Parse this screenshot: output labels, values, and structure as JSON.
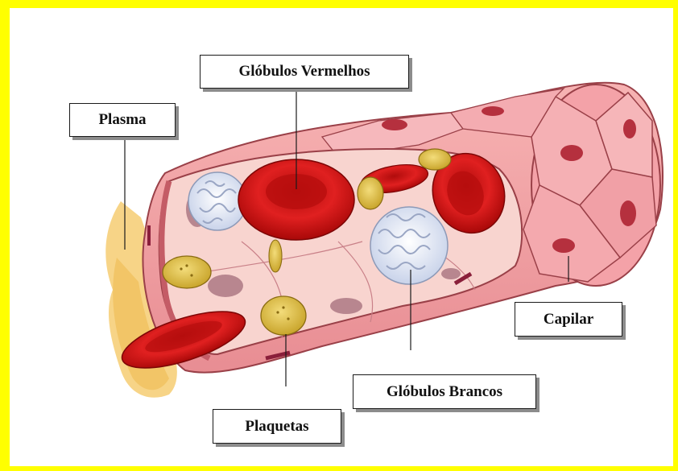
{
  "labels": {
    "globulos_vermelhos": "Glóbulos Vermelhos",
    "plasma": "Plasma",
    "capilar": "Capilar",
    "globulos_brancos": "Glóbulos Brancos",
    "plaquetas": "Plaquetas"
  },
  "colors": {
    "frame": "#ffff00",
    "vessel_wall": "#f4a7a7",
    "vessel_inner": "#f7c9c4",
    "red_cell": "#d81818",
    "white_cell": "#eef2fb",
    "platelet": "#e8c84a",
    "plasma": "#f6cf7a"
  }
}
